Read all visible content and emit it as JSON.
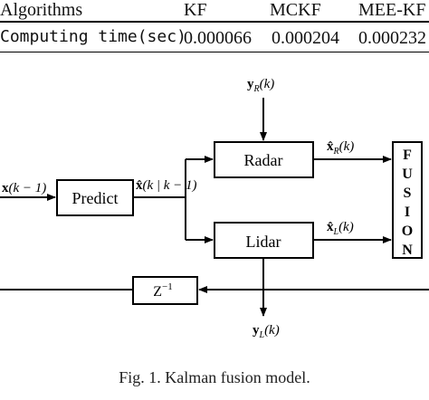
{
  "table": {
    "headers": [
      "Algorithms",
      "KF",
      "MCKF",
      "MEE-KF"
    ],
    "rows": [
      [
        "Computing time(sec)",
        "0.000066",
        "0.000204",
        "0.000232"
      ]
    ]
  },
  "diagram": {
    "blocks": {
      "predict": "Predict",
      "radar": "Radar",
      "lidar": "Lidar",
      "fusion": [
        "F",
        "U",
        "S",
        "I",
        "O",
        "N"
      ],
      "delay": "Z",
      "delay_exp": "−1"
    },
    "labels": {
      "input_main": "x",
      "input_args": "(k − 1)",
      "predicted_main": "x̂",
      "predicted_args": "(k | k − 1)",
      "yr_main": "y",
      "yr_sub": "R",
      "yr_args": "(k)",
      "xr_main": "x̂",
      "xr_sub": "R",
      "xr_args": "(k)",
      "xl_main": "x̂",
      "xl_sub": "L",
      "xl_args": "(k)",
      "yl_main": "y",
      "yl_sub": "L",
      "yl_args": "(k)"
    }
  },
  "caption": "Fig. 1. Kalman fusion model."
}
